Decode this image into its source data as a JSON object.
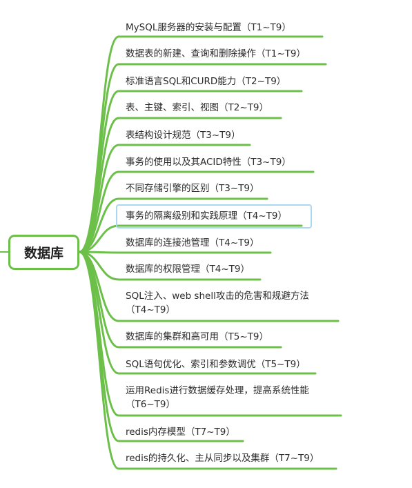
{
  "colors": {
    "branch": "#6cc04a",
    "selection": "#a9d8f3",
    "text": "#2b2b2b"
  },
  "root": {
    "label": "数据库"
  },
  "topics": [
    {
      "label": "MySQL服务器的安装与配置（T1~T9）"
    },
    {
      "label": "数据表的新建、查询和删除操作（T1~T9）"
    },
    {
      "label": "标准语言SQL和CURD能力（T2~T9）"
    },
    {
      "label": "表、主键、索引、视图（T2~T9）"
    },
    {
      "label": "表结构设计规范（T3~T9）"
    },
    {
      "label": "事务的使用以及其ACID特性（T3~T9）"
    },
    {
      "label": "不同存储引擎的区别（T3~T9）"
    },
    {
      "label": "事务的隔离级别和实践原理（T4~T9）",
      "selected": true
    },
    {
      "label": "数据库的连接池管理（T4~T9）"
    },
    {
      "label": "数据库的权限管理（T4~T9）"
    },
    {
      "label": "SQL注入、web shell攻击的危害和规避方法（T4~T9）"
    },
    {
      "label": "数据库的集群和高可用（T5~T9）"
    },
    {
      "label": "SQL语句优化、索引和参数调优（T5~T9）"
    },
    {
      "label": "运用Redis进行数据缓存处理，提高系统性能（T6~T9）"
    },
    {
      "label": "redis内存模型（T7~T9）"
    },
    {
      "label": "redis的持久化、主从同步以及集群（T7~T9）"
    }
  ]
}
